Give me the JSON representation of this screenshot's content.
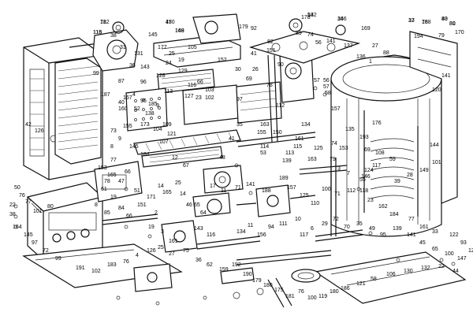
{
  "labels": [
    "182",
    "150",
    "142",
    "166",
    "13",
    "78",
    "80",
    "81",
    "118",
    "149",
    "178",
    "169",
    "194",
    "38",
    "145",
    "179",
    "92",
    "89",
    "74",
    "79",
    "170",
    "82",
    "88",
    "31",
    "131",
    "177",
    "25",
    "105",
    "41",
    "151",
    "90",
    "99",
    "87",
    "24",
    "19",
    "120",
    "129",
    "66",
    "152",
    "56",
    "141",
    "137",
    "27",
    "1",
    "136",
    "141",
    "36",
    "143",
    "128",
    "96",
    "116",
    "56",
    "57",
    "58",
    "167",
    "4",
    "95",
    "9",
    "185",
    "40",
    "187",
    "113",
    "127",
    "103",
    "112",
    "69",
    "78",
    "97",
    "57",
    "160",
    "52",
    "138",
    "155",
    "73",
    "9",
    "8",
    "173",
    "109",
    "104",
    "121",
    "163",
    "134",
    "157",
    "135",
    "144",
    "176",
    "115",
    "125",
    "193",
    "69",
    "59",
    "184",
    "145",
    "42",
    "30",
    "26",
    "23",
    "102",
    "35",
    "155",
    "150",
    "161",
    "107",
    "41",
    "114",
    "113",
    "12",
    "67",
    "48",
    "53",
    "139",
    "163",
    "74",
    "108",
    "117",
    "124",
    "146",
    "153",
    "79",
    "3",
    "7",
    "55",
    "39",
    "28",
    "149",
    "101",
    "126",
    "153",
    "77",
    "165",
    "66",
    "78",
    "47",
    "51",
    "50",
    "76",
    "77",
    "61",
    "19",
    "14",
    "171",
    "151",
    "165",
    "25",
    "14",
    "46",
    "65",
    "64",
    "17",
    "11",
    "71",
    "141",
    "188",
    "189",
    "157",
    "125",
    "110",
    "100",
    "71",
    "112",
    "118",
    "23",
    "162",
    "184",
    "77",
    "161",
    "33",
    "122",
    "93",
    "123",
    "22",
    "38",
    "101",
    "80",
    "8",
    "85",
    "84",
    "66",
    "2",
    "19",
    "3",
    "161",
    "143",
    "116",
    "134",
    "11",
    "156",
    "94",
    "111",
    "10",
    "117",
    "6",
    "29",
    "72",
    "70",
    "35",
    "49",
    "95",
    "139",
    "141",
    "45",
    "65",
    "100",
    "147",
    "164",
    "145",
    "97",
    "72",
    "99",
    "191",
    "102",
    "183",
    "76",
    "4",
    "126",
    "25",
    "27",
    "75",
    "36",
    "62",
    "159",
    "192",
    "190",
    "179",
    "180",
    "175",
    "181",
    "76",
    "100",
    "119",
    "180",
    "186",
    "121",
    "58",
    "106",
    "130",
    "132",
    "22",
    "44",
    "71",
    "47",
    "53",
    "34",
    "37",
    "168",
    "43",
    "80",
    "115",
    "168"
  ]
}
